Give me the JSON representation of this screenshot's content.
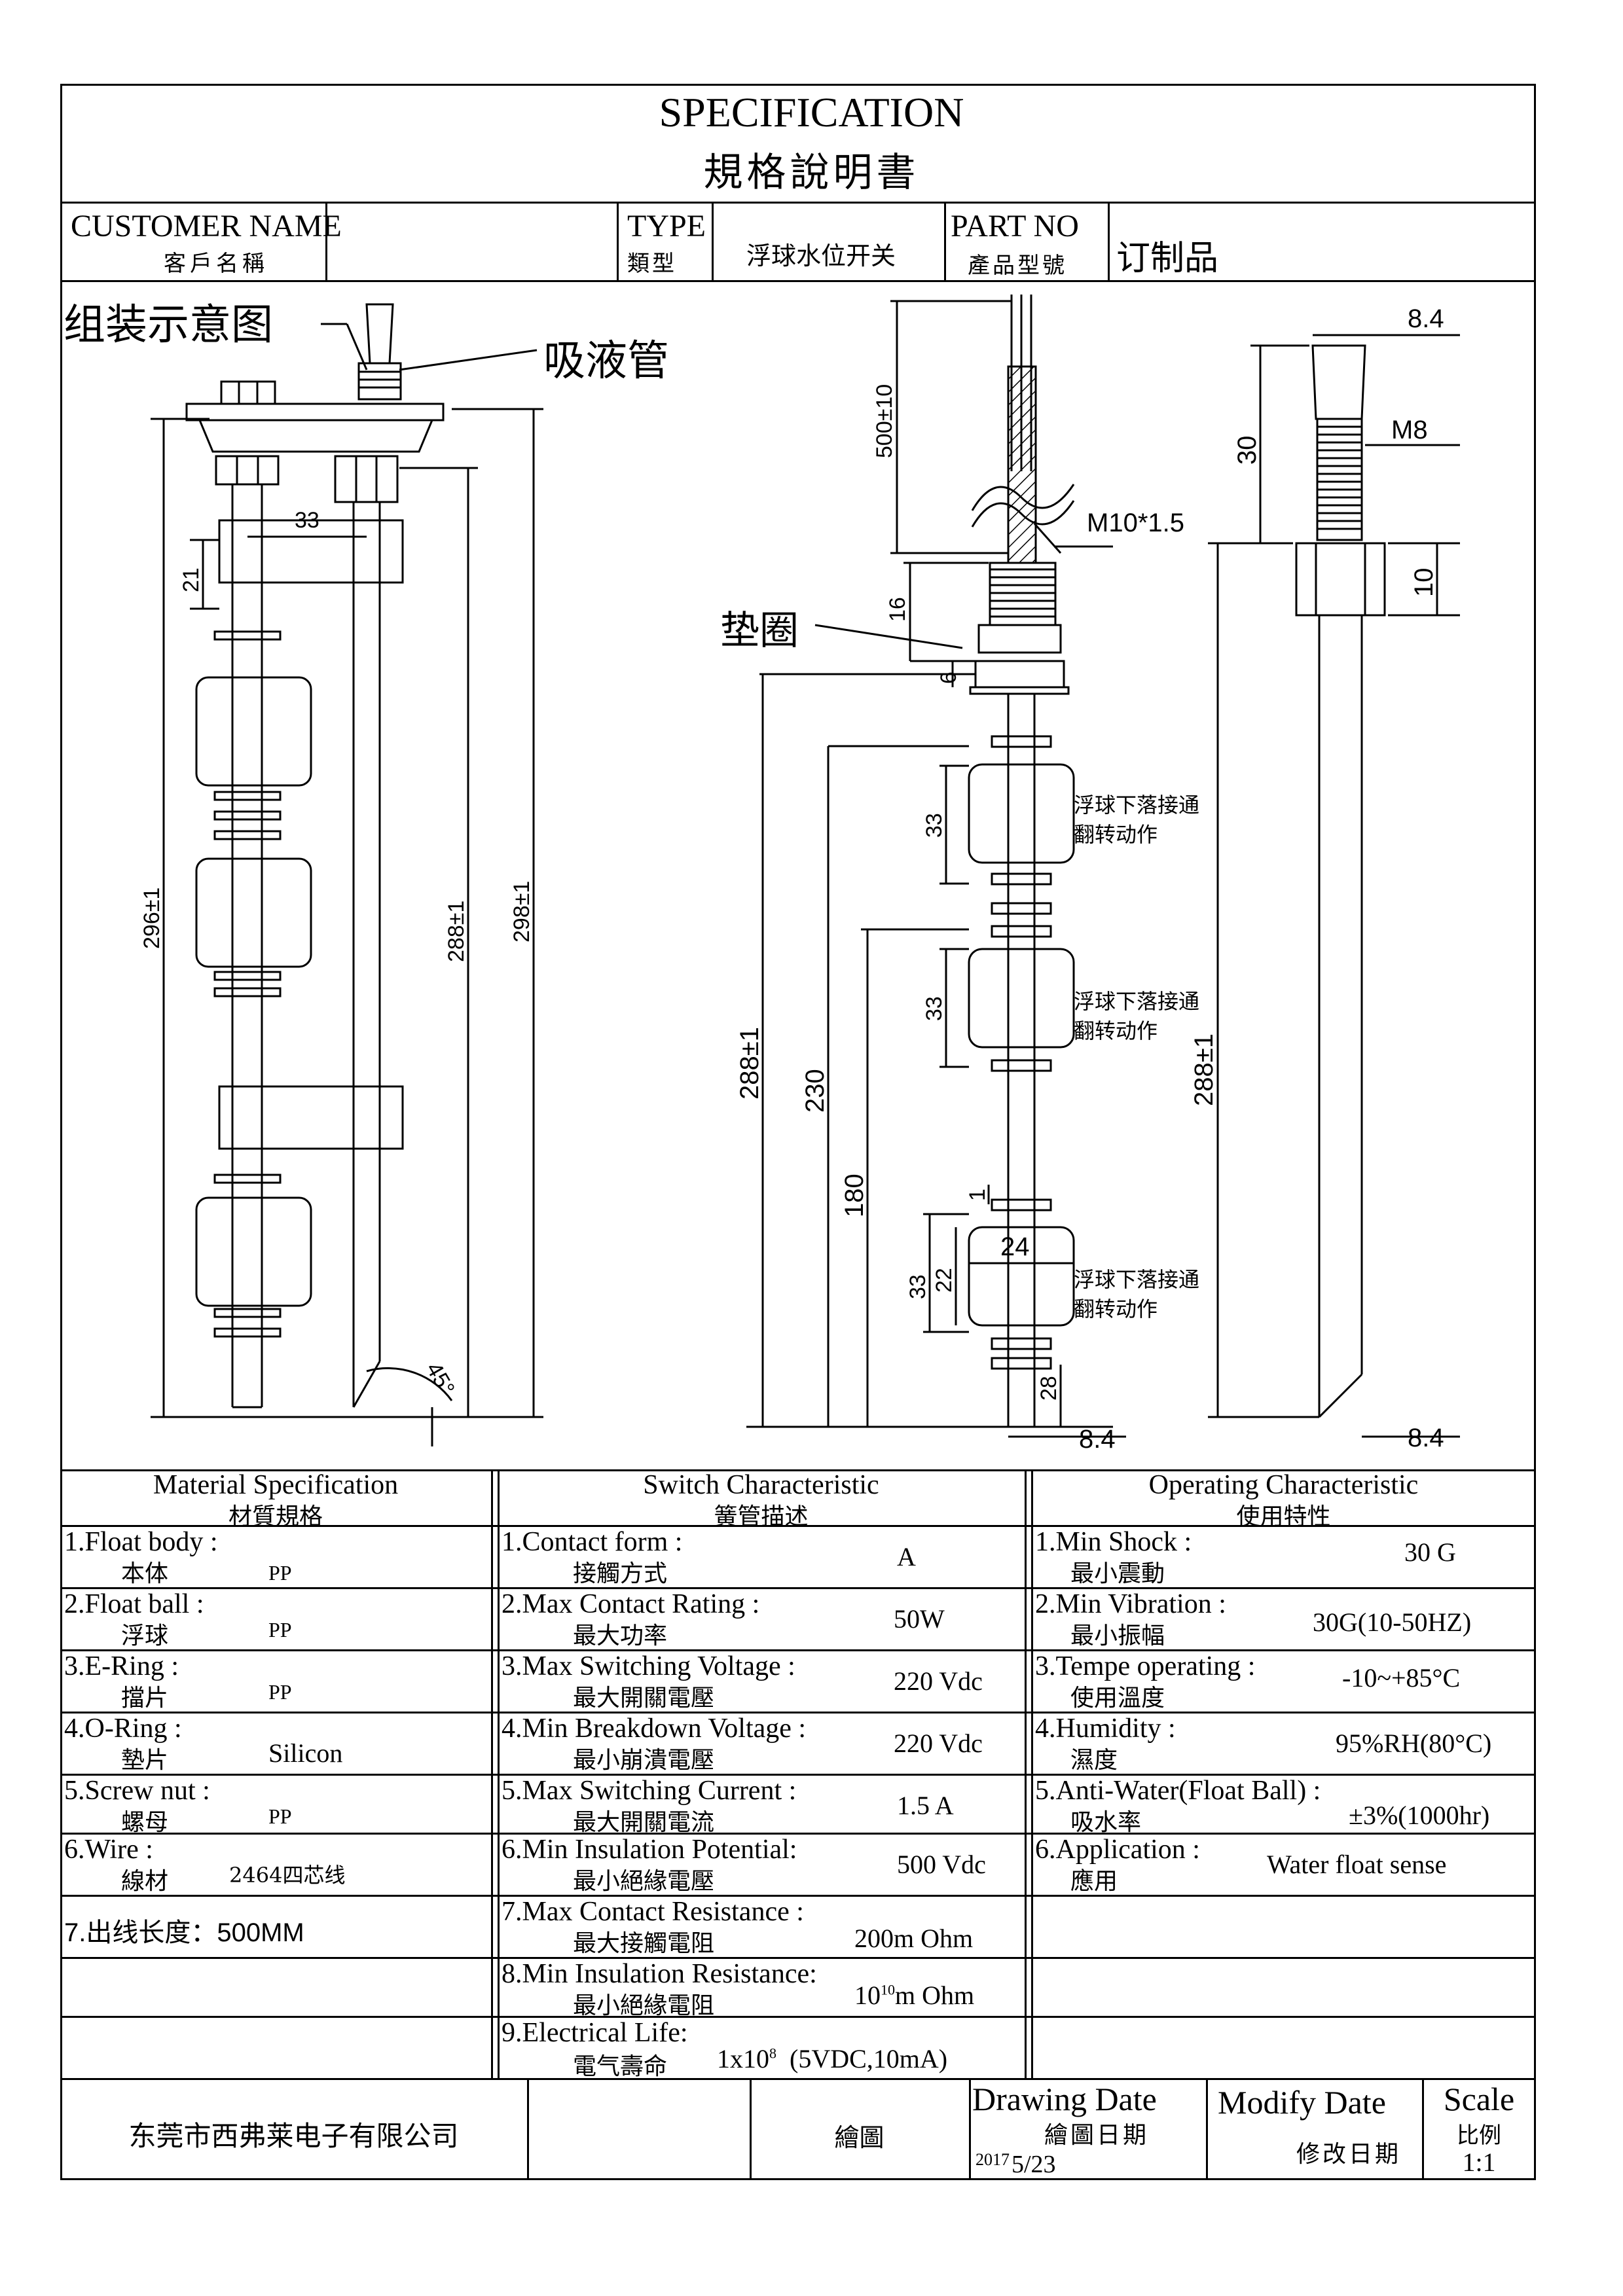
{
  "title": {
    "en": "SPECIFICATION",
    "zh": "規格說明書"
  },
  "header": {
    "customer_label_en": "CUSTOMER NAME",
    "customer_label_zh": "客戶名稱",
    "customer_value": "",
    "type_label_en": "TYPE",
    "type_label_zh": "類型",
    "type_value": "浮球水位开关",
    "part_label_en": "PART NO",
    "part_label_zh": "產品型號",
    "part_value": "订制品"
  },
  "drawing": {
    "assembly_label": "组装示意图",
    "tube_label": "吸液管",
    "washer_label": "垫圈",
    "float_note_1": "浮球下落接通",
    "float_note_2": "翻转动作",
    "dims_left": {
      "d33": "33",
      "d21": "21",
      "d296": "296±1",
      "d288": "288±1",
      "d298": "298±1",
      "angle": "45°"
    },
    "dims_mid": {
      "d500": "500±10",
      "thread": "M10*1.5",
      "d16": "16",
      "d6": "6",
      "d288": "288±1",
      "d230": "230",
      "d180": "180",
      "d33a": "33",
      "d33b": "33",
      "d33c": "33",
      "d1": "1",
      "d24": "24",
      "d22": "22",
      "d28": "28",
      "d84": "8.4"
    },
    "dims_right": {
      "d84top": "8.4",
      "d30": "30",
      "thread": "M8",
      "d10": "10",
      "d288": "288±1",
      "d84bot": "8.4"
    }
  },
  "material": {
    "header_en": "Material  Specification",
    "header_zh": "材質規格",
    "rows": [
      {
        "en": "1.Float body :",
        "zh": "本体",
        "value": "PP"
      },
      {
        "en": "2.Float ball :",
        "zh": "浮球",
        "value": "PP"
      },
      {
        "en": "3.E-Ring :",
        "zh": "擋片",
        "value": "PP"
      },
      {
        "en": "4.O-Ring :",
        "zh": "墊片",
        "value": "Silicon"
      },
      {
        "en": "5.Screw nut :",
        "zh": "螺母",
        "value": "PP"
      },
      {
        "en": "6.Wire :",
        "zh": "線材",
        "value": "2464四芯线"
      },
      {
        "en": "7.出线长度：500MM",
        "zh": "",
        "value": ""
      }
    ]
  },
  "switch": {
    "header_en": "Switch Characteristic",
    "header_zh": "簧管描述",
    "rows": [
      {
        "en": "1.Contact form :",
        "zh": "接觸方式",
        "value": "A"
      },
      {
        "en": "2.Max Contact Rating :",
        "zh": "最大功率",
        "value": "50W"
      },
      {
        "en": "3.Max Switching Voltage :",
        "zh": "最大開關電壓",
        "value": "220 Vdc"
      },
      {
        "en": "4.Min Breakdown Voltage :",
        "zh": "最小崩潰電壓",
        "value": "220 Vdc"
      },
      {
        "en": "5.Max Switching Current :",
        "zh": "最大開關電流",
        "value": "1.5 A"
      },
      {
        "en": "6.Min Insulation Potential:",
        "zh": "最小絕緣電壓",
        "value": "500 Vdc"
      },
      {
        "en": "7.Max Contact Resistance :",
        "zh": "最大接觸電阻",
        "value": "200m Ohm"
      },
      {
        "en": "8.Min Insulation Resistance:",
        "zh": "最小絕緣電阻",
        "value": "m Ohm",
        "base": "10",
        "exp": "10"
      },
      {
        "en": "9.Electrical Life:",
        "zh": "電气壽命",
        "value": "(5VDC,10mA)",
        "base": "1x10",
        "exp": "8"
      }
    ]
  },
  "operating": {
    "header_en": "Operating Characteristic",
    "header_zh": "使用特性",
    "rows": [
      {
        "en": "1.Min Shock :",
        "zh": "最小震動",
        "value": "30 G"
      },
      {
        "en": "2.Min Vibration :",
        "zh": "最小振幅",
        "value": "30G(10-50HZ)"
      },
      {
        "en": "3.Tempe operating :",
        "zh": "使用溫度",
        "value": "-10~+85°C"
      },
      {
        "en": "4.Humidity :",
        "zh": "濕度",
        "value": "95%RH(80°C)"
      },
      {
        "en": "5.Anti-Water(Float Ball) :",
        "zh": "吸水率",
        "value": "±3%(1000hr)"
      },
      {
        "en": "6.Application :",
        "zh": "應用",
        "value": "Water float sense"
      }
    ]
  },
  "footer": {
    "company": "东莞市西弗莱电子有限公司",
    "drawn_label": "繪圖",
    "drawing_date_en": "Drawing Date",
    "drawing_date_zh": "繪圖日期",
    "date_year": "2017",
    "date_md": "5/23",
    "modify_en": "Modify Date",
    "modify_zh": "修改日期",
    "scale_en": "Scale",
    "scale_zh": "比例",
    "scale_value": "1:1"
  }
}
